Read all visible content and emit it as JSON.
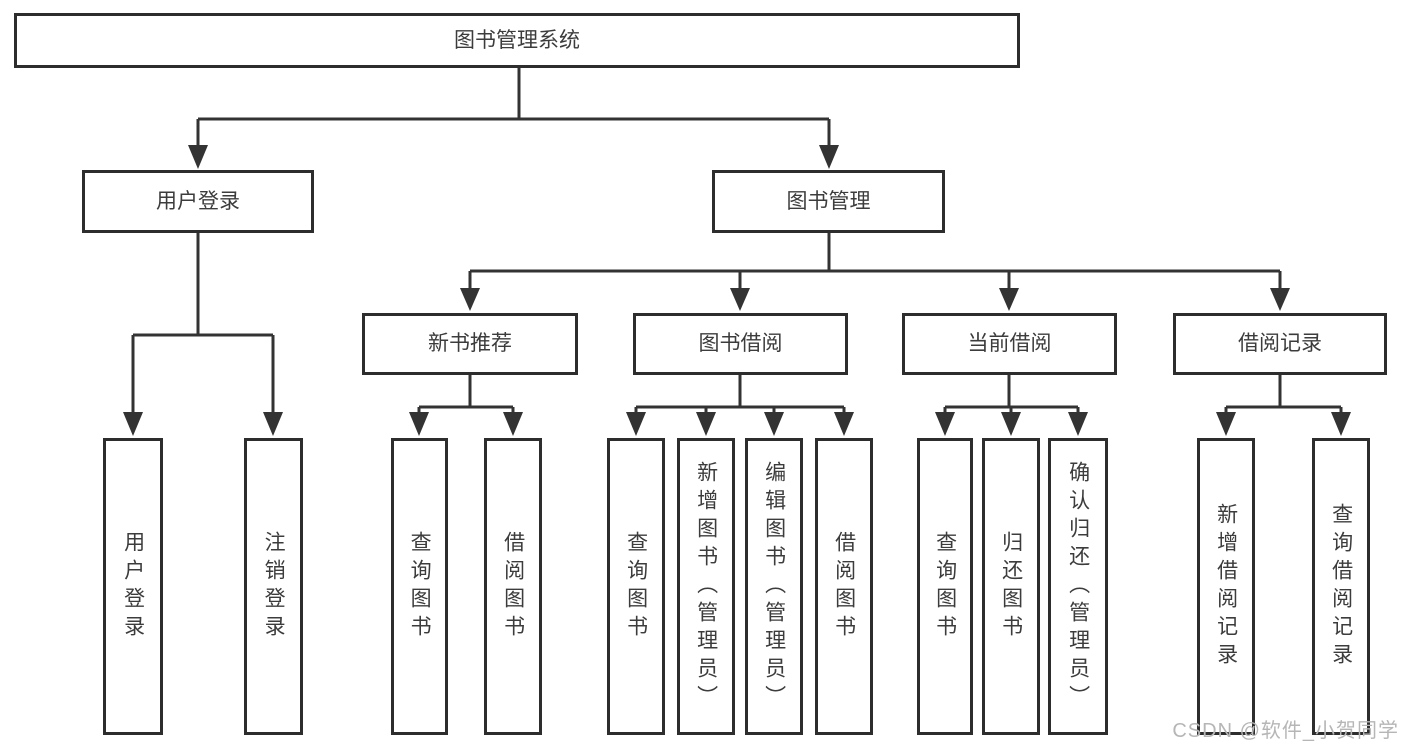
{
  "diagram": {
    "nodes": {
      "root": "图书管理系统",
      "user_login": "用户登录",
      "book_mgmt": "图书管理",
      "new_book_rec": "新书推荐",
      "book_borrow": "图书借阅",
      "current_borrow": "当前借阅",
      "borrow_records": "借阅记录"
    },
    "leaves": {
      "user_login": [
        "用户登录",
        "注销登录"
      ],
      "new_book_rec": [
        "查询图书",
        "借阅图书"
      ],
      "book_borrow": [
        "查询图书",
        "新增图书（管理员）",
        "编辑图书（管理员）",
        "借阅图书"
      ],
      "current_borrow": [
        "查询图书",
        "归还图书",
        "确认归还（管理员）"
      ],
      "borrow_records": [
        "新增借阅记录",
        "查询借阅记录"
      ]
    },
    "watermark": "CSDN @软件_小贺同学",
    "colors": {
      "line": "#333333",
      "box_border": "#2d2d2d",
      "text": "#3c3c3c",
      "watermark": "#b6b6b6",
      "background": "#ffffff"
    }
  }
}
